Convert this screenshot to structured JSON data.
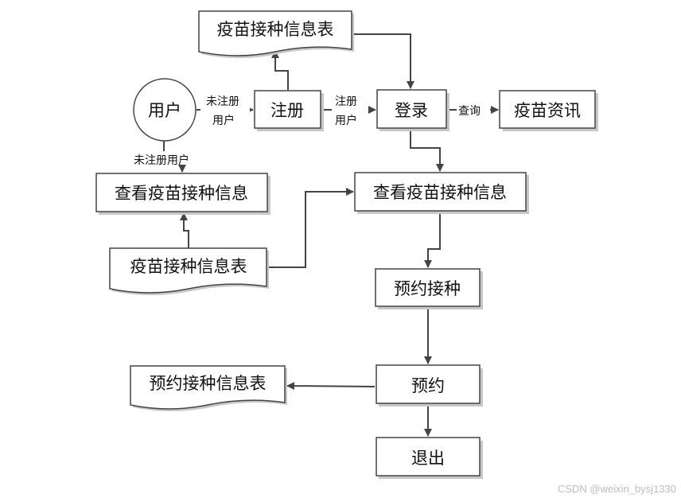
{
  "nodes": {
    "user": "用户",
    "register": "注册",
    "login": "登录",
    "vaccine_news": "疫苗资讯",
    "vaccine_table_top": "疫苗接种信息表",
    "view_info_right": "查看疫苗接种信息",
    "view_info_left": "查看疫苗接种信息",
    "vaccine_table_left": "疫苗接种信息表",
    "appointment_vaccination": "预约接种",
    "appointment": "预约",
    "appointment_table": "预约接种信息表",
    "exit": "退出"
  },
  "edge_labels": {
    "unregistered_line1": "未注册",
    "unregistered_line2": "用户",
    "registered_line1": "注册",
    "registered_line2": "用户",
    "query": "查询",
    "unregistered_user": "未注册用户"
  },
  "watermark": "CSDN @weixin_bysj1330"
}
